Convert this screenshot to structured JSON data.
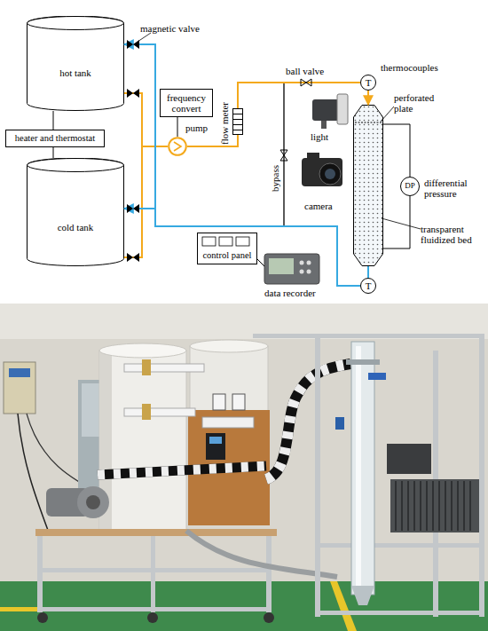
{
  "diagram": {
    "nodes": [
      {
        "text": [
          "hot tank"
        ]
      },
      {
        "text": [
          "heater and thermostat"
        ]
      },
      {
        "text": [
          "cold tank"
        ]
      },
      {
        "text": [
          "frequency convert"
        ]
      },
      {
        "text": [
          "pump"
        ]
      },
      {
        "text": [
          "flow meter"
        ]
      },
      {
        "text": [
          "T"
        ]
      },
      {
        "text": [
          "transparent fluidized bed"
        ]
      },
      {
        "text": [
          "DP"
        ]
      },
      {
        "text": [
          "control panel"
        ]
      },
      {
        "text": [
          "T"
        ]
      }
    ],
    "edges": [
      {
        "from": 0,
        "to": 4,
        "arrow": "none"
      },
      {
        "from": 2,
        "to": 4,
        "arrow": "none"
      },
      {
        "from": 3,
        "to": 4,
        "arrow": "none"
      },
      {
        "from": 4,
        "to": 5,
        "arrow": "none"
      },
      {
        "from": 5,
        "to": 6,
        "arrow": "none"
      },
      {
        "from": 6,
        "to": 7,
        "arrow": "to"
      },
      {
        "from": 7,
        "to": 10,
        "arrow": "none"
      },
      {
        "from": 10,
        "to": 0,
        "arrow": "to"
      },
      {
        "from": 10,
        "to": 2,
        "arrow": "to"
      },
      {
        "from": 8,
        "to": 7,
        "arrow": "none"
      },
      {
        "from": 8,
        "to": 7,
        "arrow": "none"
      },
      {
        "from": 1,
        "to": 0,
        "arrow": "none"
      },
      {
        "from": 1,
        "to": 2,
        "arrow": "none"
      }
    ],
    "labels": [
      "magnetic valve",
      "ball valve",
      "thermocouples",
      "perforated plate",
      "light",
      "differential pressure",
      "bypass",
      "camera",
      "data recorder"
    ]
  }
}
